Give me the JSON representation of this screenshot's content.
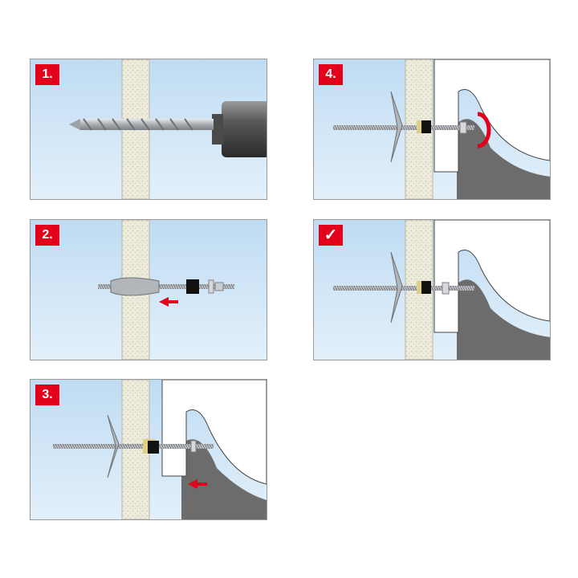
{
  "steps": [
    {
      "label": "1."
    },
    {
      "label": "2."
    },
    {
      "label": "3."
    },
    {
      "label": "4."
    },
    {
      "label": "✓"
    }
  ],
  "colors": {
    "badge": "#e2001a",
    "arrow": "#e2001a",
    "wall": "#ecebdc",
    "sky_top": "#bfdcf3",
    "sky_bottom": "#e3f0fa",
    "metal": "#b9bcc0",
    "plug": "#e0cf86",
    "spacer": "#111111",
    "object_shadow": "#6c6c6c"
  },
  "icons": [
    "drill-bit-icon",
    "drill-chuck-icon",
    "toggle-bolt-icon",
    "insert-arrow-icon",
    "push-arrow-icon",
    "rotate-arrow-icon",
    "checkmark-icon"
  ]
}
